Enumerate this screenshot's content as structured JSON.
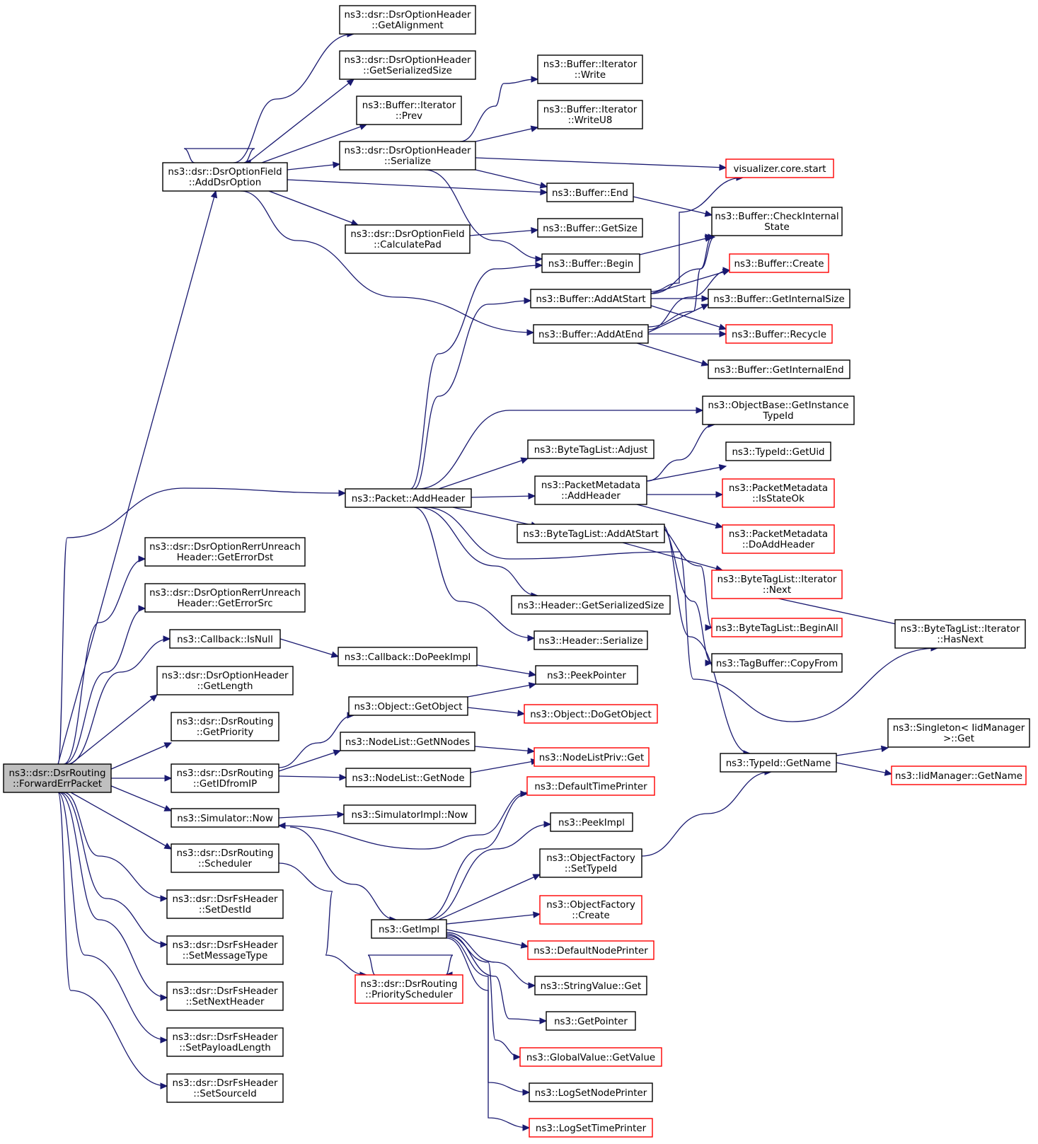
{
  "nodes": {
    "root": [
      "ns3::dsr::DsrRouting",
      "::ForwardErrPacket"
    ],
    "addDsrOption": [
      "ns3::dsr::DsrOptionField",
      "::AddDsrOption"
    ],
    "getAlignment": [
      "ns3::dsr::DsrOptionHeader",
      "::GetAlignment"
    ],
    "getSerializedSizeOpt": [
      "ns3::dsr::DsrOptionHeader",
      "::GetSerializedSize"
    ],
    "iterPrev": [
      "ns3::Buffer::Iterator",
      "::Prev"
    ],
    "optSerialize": [
      "ns3::dsr::DsrOptionHeader",
      "::Serialize"
    ],
    "calculatePad": [
      "ns3::dsr::DsrOptionField",
      "::CalculatePad"
    ],
    "iterWrite": [
      "ns3::Buffer::Iterator",
      "::Write"
    ],
    "iterWriteU8": [
      "ns3::Buffer::Iterator",
      "::WriteU8"
    ],
    "vizStart": [
      "visualizer.core.start"
    ],
    "bufEnd": [
      "ns3::Buffer::End"
    ],
    "checkInternal": [
      "ns3::Buffer::CheckInternal",
      "State"
    ],
    "bufGetSize": [
      "ns3::Buffer::GetSize"
    ],
    "bufBegin": [
      "ns3::Buffer::Begin"
    ],
    "bufCreate": [
      "ns3::Buffer::Create"
    ],
    "bufAddAtStart": [
      "ns3::Buffer::AddAtStart"
    ],
    "bufGetInternalSize": [
      "ns3::Buffer::GetInternalSize"
    ],
    "bufAddAtEnd": [
      "ns3::Buffer::AddAtEnd"
    ],
    "bufRecycle": [
      "ns3::Buffer::Recycle"
    ],
    "bufGetInternalEnd": [
      "ns3::Buffer::GetInternalEnd"
    ],
    "getInstanceTypeId": [
      "ns3::ObjectBase::GetInstance",
      "TypeId"
    ],
    "btlAdjust": [
      "ns3::ByteTagList::Adjust"
    ],
    "typeIdGetUid": [
      "ns3::TypeId::GetUid"
    ],
    "pmAddHeader": [
      "ns3::PacketMetadata",
      "::AddHeader"
    ],
    "pmIsStateOk": [
      "ns3::PacketMetadata",
      "::IsStateOk"
    ],
    "packetAddHeader": [
      "ns3::Packet::AddHeader"
    ],
    "pmDoAddHeader": [
      "ns3::PacketMetadata",
      "::DoAddHeader"
    ],
    "btlAddAtStart": [
      "ns3::ByteTagList::AddAtStart"
    ],
    "btlIterNext": [
      "ns3::ByteTagList::Iterator",
      "::Next"
    ],
    "getErrorDst": [
      "ns3::dsr::DsrOptionRerrUnreach",
      "Header::GetErrorDst"
    ],
    "getErrorSrc": [
      "ns3::dsr::DsrOptionRerrUnreach",
      "Header::GetErrorSrc"
    ],
    "hdrGetSerializedSize": [
      "ns3::Header::GetSerializedSize"
    ],
    "btlBeginAll": [
      "ns3::ByteTagList::BeginAll"
    ],
    "btlIterHasNext": [
      "ns3::ByteTagList::Iterator",
      "::HasNext"
    ],
    "hdrSerialize": [
      "ns3::Header::Serialize"
    ],
    "cbIsNull": [
      "ns3::Callback::IsNull"
    ],
    "cbDoPeekImpl": [
      "ns3::Callback::DoPeekImpl"
    ],
    "tagBufCopyFrom": [
      "ns3::TagBuffer::CopyFrom"
    ],
    "optGetLength": [
      "ns3::dsr::DsrOptionHeader",
      "::GetLength"
    ],
    "peekPointer": [
      "ns3::PeekPointer"
    ],
    "objGetObject": [
      "ns3::Object::GetObject"
    ],
    "objDoGetObject": [
      "ns3::Object::DoGetObject"
    ],
    "getPriority": [
      "ns3::dsr::DsrRouting",
      "::GetPriority"
    ],
    "singletonGet": [
      "ns3::Singleton< IidManager",
      ">::Get"
    ],
    "nlGetNNodes": [
      "ns3::NodeList::GetNNodes"
    ],
    "nlpGet": [
      "ns3::NodeListPriv::Get"
    ],
    "typeIdGetName": [
      "ns3::TypeId::GetName"
    ],
    "iidGetName": [
      "ns3::IidManager::GetName"
    ],
    "getIDfromIP": [
      "ns3::dsr::DsrRouting",
      "::GetIDfromIP"
    ],
    "nlGetNode": [
      "ns3::NodeList::GetNode"
    ],
    "defaultTimePrinter": [
      "ns3::DefaultTimePrinter"
    ],
    "simNow": [
      "ns3::Simulator::Now"
    ],
    "simImplNow": [
      "ns3::SimulatorImpl::Now"
    ],
    "peekImpl": [
      "ns3::PeekImpl"
    ],
    "scheduler": [
      "ns3::dsr::DsrRouting",
      "::Scheduler"
    ],
    "ofSetTypeId": [
      "ns3::ObjectFactory",
      "::SetTypeId"
    ],
    "setDestId": [
      "ns3::dsr::DsrFsHeader",
      "::SetDestId"
    ],
    "ofCreate": [
      "ns3::ObjectFactory",
      "::Create"
    ],
    "getImpl": [
      "ns3::GetImpl"
    ],
    "defaultNodePrinter": [
      "ns3::DefaultNodePrinter"
    ],
    "setMessageType": [
      "ns3::dsr::DsrFsHeader",
      "::SetMessageType"
    ],
    "priorityScheduler": [
      "ns3::dsr::DsrRouting",
      "::PriorityScheduler"
    ],
    "stringValueGet": [
      "ns3::StringValue::Get"
    ],
    "setNextHeader": [
      "ns3::dsr::DsrFsHeader",
      "::SetNextHeader"
    ],
    "getPointer": [
      "ns3::GetPointer"
    ],
    "setPayloadLength": [
      "ns3::dsr::DsrFsHeader",
      "::SetPayloadLength"
    ],
    "globalGetValue": [
      "ns3::GlobalValue::GetValue"
    ],
    "logSetNodePrinter": [
      "ns3::LogSetNodePrinter"
    ],
    "setSourceId": [
      "ns3::dsr::DsrFsHeader",
      "::SetSourceId"
    ],
    "logSetTimePrinter": [
      "ns3::LogSetTimePrinter"
    ]
  },
  "colors": {
    "edge": "#191970",
    "external_border": "#ff0000",
    "root_fill": "#bfbfbf"
  }
}
